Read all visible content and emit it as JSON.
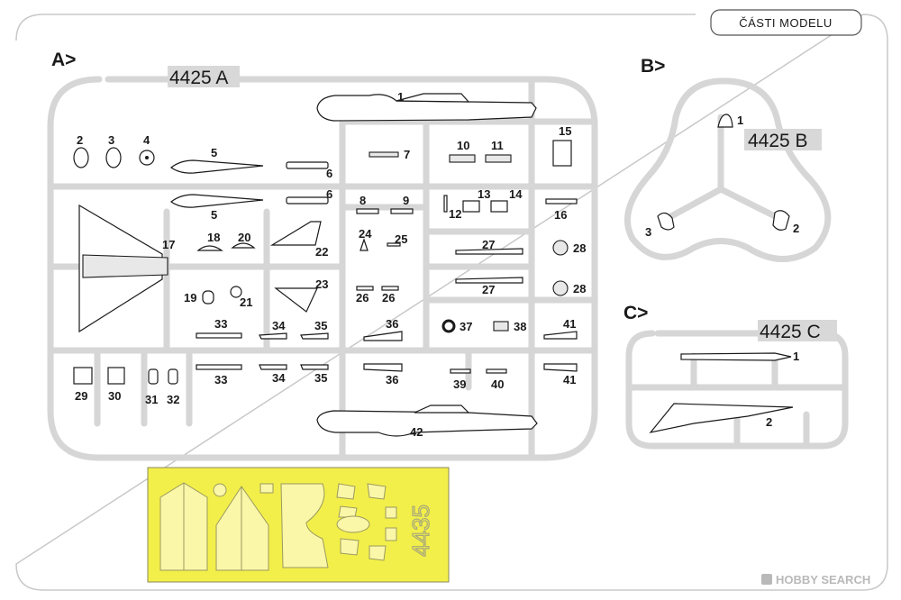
{
  "header": {
    "title": "ČÁSTI MODELU"
  },
  "sections": [
    {
      "letter": "A>",
      "code": "4425 A"
    },
    {
      "letter": "B>",
      "code": "4425 B"
    },
    {
      "letter": "C>",
      "code": "4425 C"
    }
  ],
  "mask_code": "4435",
  "watermark": "HOBBY SEARCH",
  "sprue_a_numbers": [
    "1",
    "2",
    "3",
    "4",
    "5",
    "5",
    "6",
    "6",
    "7",
    "8",
    "9",
    "10",
    "11",
    "12",
    "13",
    "14",
    "15",
    "16",
    "17",
    "18",
    "19",
    "20",
    "21",
    "22",
    "23",
    "24",
    "25",
    "26",
    "26",
    "27",
    "27",
    "28",
    "28",
    "29",
    "30",
    "31",
    "32",
    "33",
    "33",
    "34",
    "34",
    "35",
    "35",
    "36",
    "36",
    "37",
    "38",
    "39",
    "40",
    "41",
    "41",
    "42"
  ],
  "sprue_b_numbers": [
    "1",
    "2",
    "3"
  ],
  "sprue_c_numbers": [
    "1",
    "2"
  ]
}
